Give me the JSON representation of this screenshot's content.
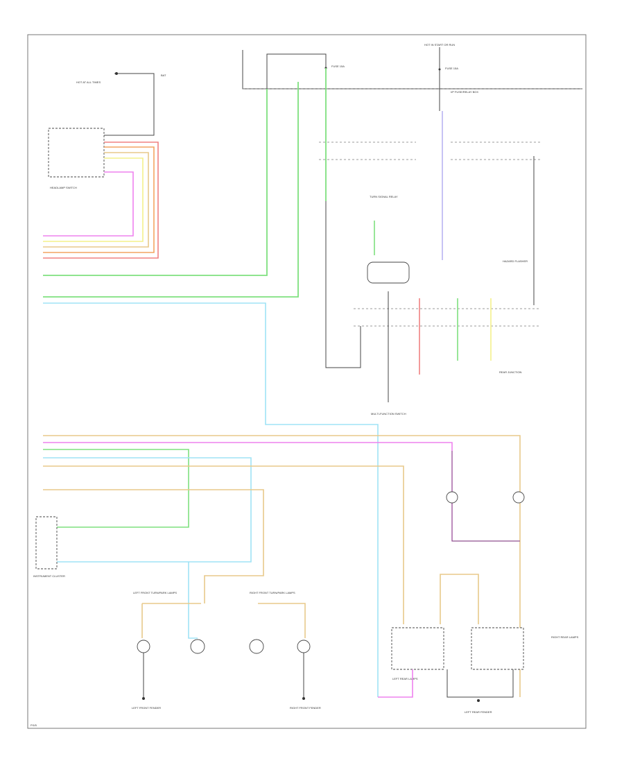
{
  "title_top": "HOT IN START OR RUN",
  "hot_at_all_times": "HOT AT ALL TIMES",
  "fuse_top": "FUSE 15A",
  "fuse_right": "FUSE 15A",
  "battery_label": "BAT",
  "headlamp_switch": "HEADLAMP SWITCH",
  "multifunction_switch": "MULTI-FUNCTION SWITCH",
  "passenger_junction_box": "I/P FUSE/RELAY BOX",
  "rear_junction": "REAR JUNCTION",
  "hazard_flasher": "HAZARD FLASHER",
  "turn_signal_module": "TURN SIGNAL RELAY",
  "left_front_lamps": "LEFT FRONT TURN/PARK LAMPS",
  "right_front_lamps": "RIGHT FRONT TURN/PARK LAMPS",
  "left_rear_lamps": "LEFT REAR LAMPS",
  "right_rear_lamps": "RIGHT REAR LAMPS",
  "instrument_cluster": "INSTRUMENT CLUSTER",
  "g_left_front": "LEFT FRONT FENDER",
  "g_right_front": "RIGHT FRONT FENDER",
  "g_rear": "LEFT REAR FENDER",
  "footer": "P.5/5",
  "colors": {
    "green": "#7ee07e",
    "orange": "#f4a460",
    "pink": "#ee82ee",
    "tan": "#e8c98a",
    "lightblue": "#9fe3f5",
    "yellow": "#f3f08a",
    "red": "#f08080",
    "lavender": "#b9b4f2",
    "black": "#444444"
  }
}
